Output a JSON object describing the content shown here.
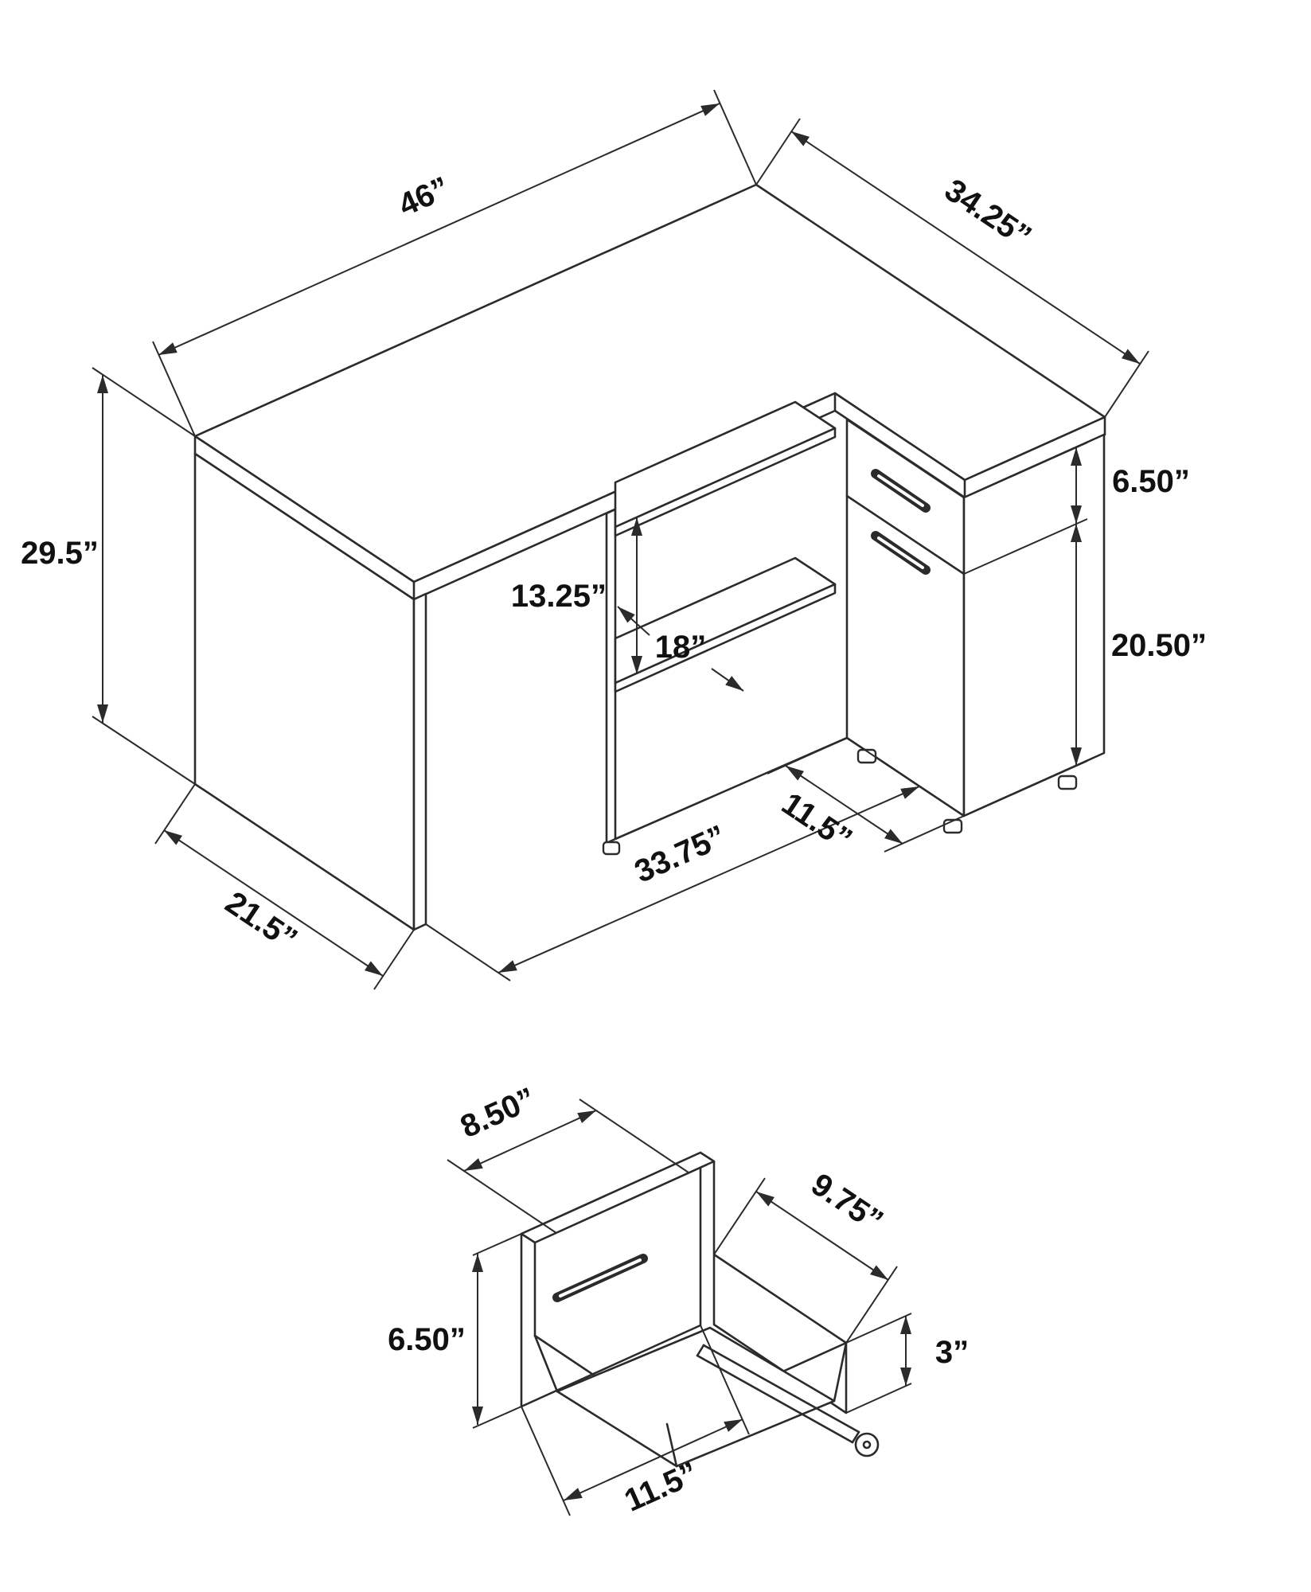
{
  "colors": {
    "line": "#2b2b2b",
    "text": "#111111",
    "background": "#ffffff"
  },
  "diagram": {
    "desk": {
      "width": "46”",
      "return_depth": "34.25”",
      "height": "29.5”",
      "panel_depth": "21.5”",
      "front_width": "33.75”",
      "shelf_opening_height": "13.25”",
      "shelf_depth": "18”",
      "drawer_front_height": "6.50”",
      "door_height": "20.50”",
      "cabinet_depth": "11.5”"
    },
    "drawer": {
      "inner_width": "8.50”",
      "inner_depth": "9.75”",
      "front_height": "6.50”",
      "side_height": "3”",
      "front_width": "11.5”"
    }
  }
}
